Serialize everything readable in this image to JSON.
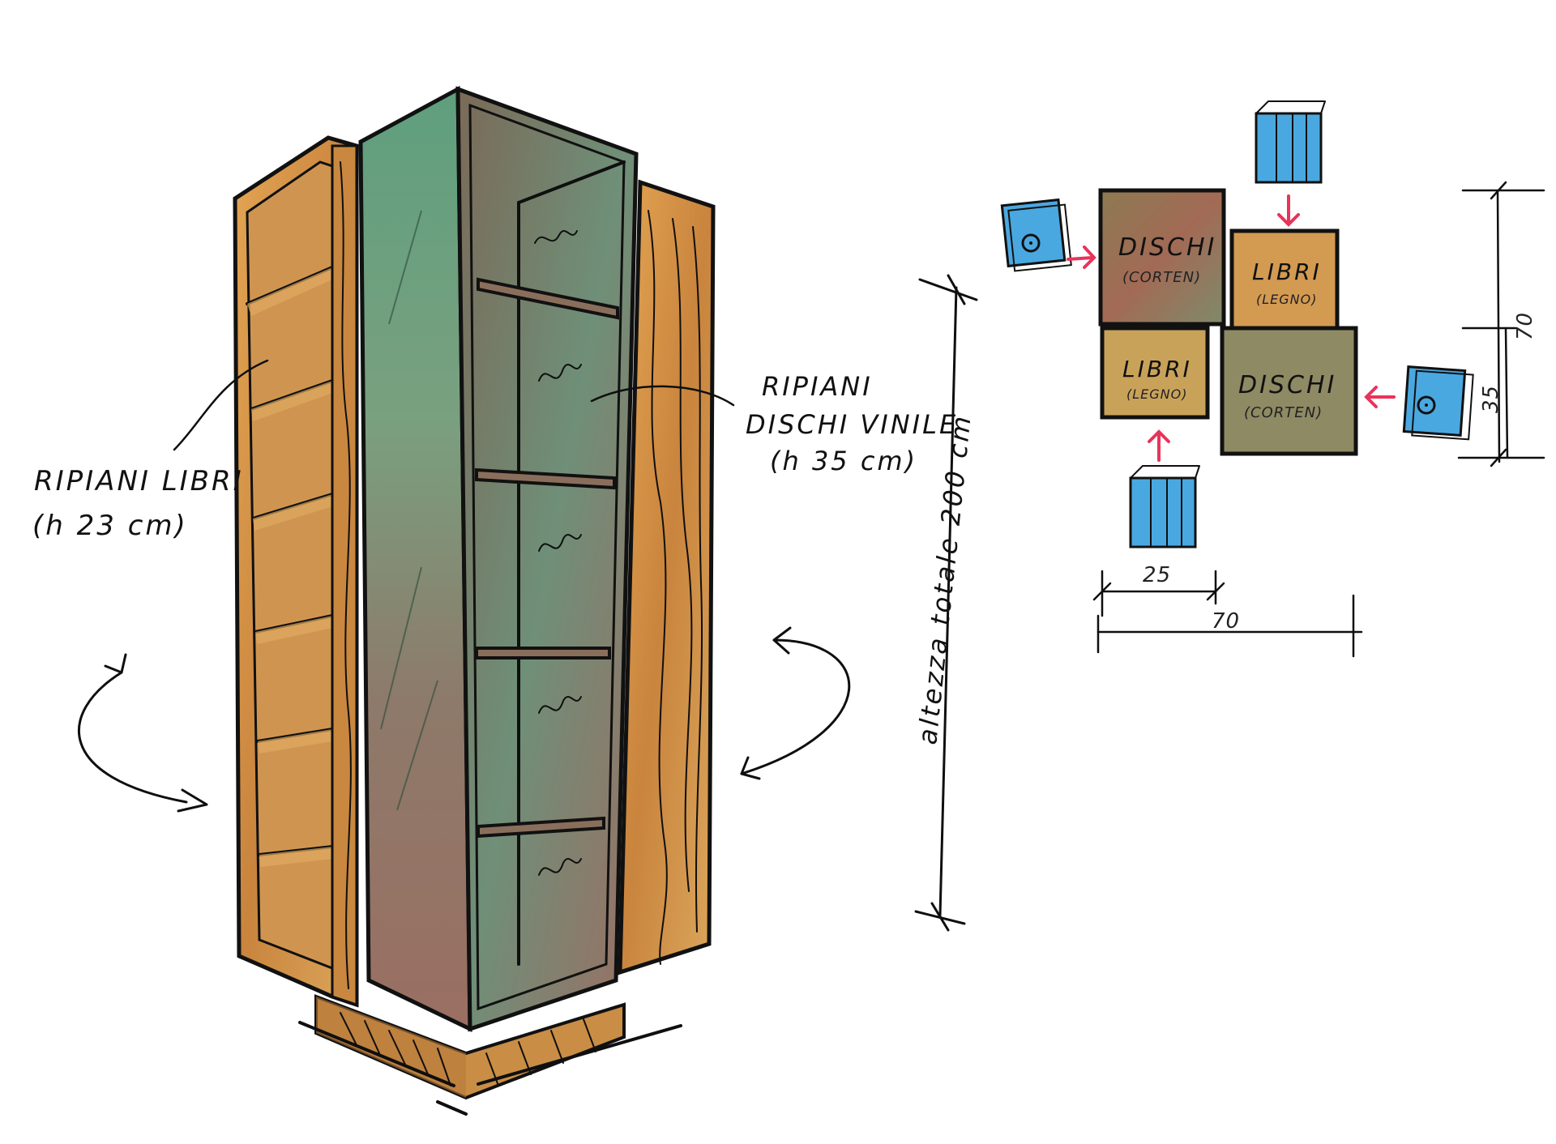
{
  "perspective": {
    "label_books_title": "RIPIANI LIBRI",
    "label_books_height": "(h 23 cm)",
    "label_vinyl_title": "RIPIANI",
    "label_vinyl_title2": "DISCHI VINILE",
    "label_vinyl_height": "(h 35 cm)",
    "total_height_label": "altezza totale 200 cm"
  },
  "plan": {
    "modules": [
      {
        "name": "DISCHI",
        "material": "(CORTEN)"
      },
      {
        "name": "LIBRI",
        "material": "(LEGNO)"
      },
      {
        "name": "LIBRI",
        "material": "(LEGNO)"
      },
      {
        "name": "DISCHI",
        "material": "(CORTEN)"
      }
    ],
    "dim_25": "25",
    "dim_70_bottom": "70",
    "dim_35": "35",
    "dim_70_right": "70"
  },
  "colors": {
    "wood": "#d99a4a",
    "corten_green": "#6f9b86",
    "corten_rust": "#9a6a5c",
    "arrow_red": "#e8345a",
    "icon_blue": "#4aa8e0"
  },
  "icons": [
    "rotate-arrow-icon",
    "vinyl-record-icon",
    "books-icon",
    "insert-arrow-icon"
  ]
}
